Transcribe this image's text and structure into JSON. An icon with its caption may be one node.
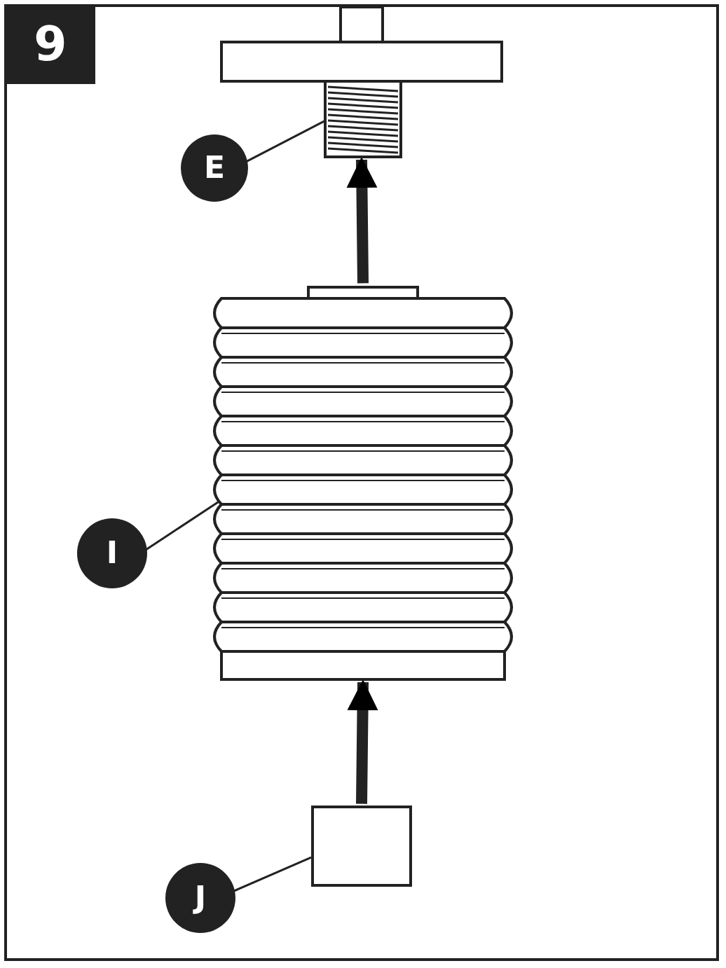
{
  "diagram": {
    "nodes": [
      {
        "text": [
          "E"
        ]
      },
      {
        "text": [],
        "shape": "picture"
      },
      {
        "text": [
          "I"
        ]
      },
      {
        "text": [],
        "shape": "picture"
      },
      {
        "text": [
          "J"
        ]
      },
      {
        "text": [],
        "shape": "box"
      }
    ],
    "edges": [
      {
        "from": 0,
        "to": 1,
        "arrow": "none"
      },
      {
        "from": 2,
        "to": 3,
        "arrow": "none"
      },
      {
        "from": 4,
        "to": 5,
        "arrow": "none"
      },
      {
        "from": 5,
        "to": 3,
        "arrow": "to",
        "style": "thick"
      },
      {
        "from": 3,
        "to": 1,
        "arrow": "to",
        "style": "thick"
      }
    ],
    "labels": [
      "9"
    ]
  }
}
